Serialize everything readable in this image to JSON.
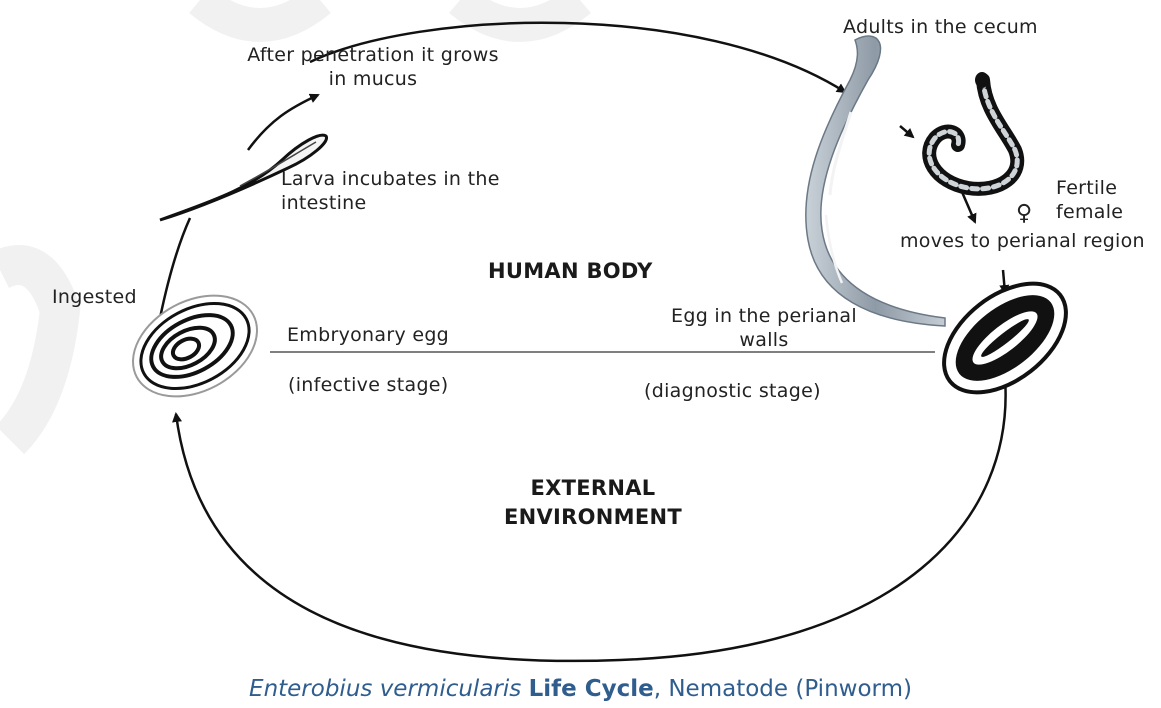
{
  "diagram": {
    "labels": {
      "after_penetration": "After penetration it grows in  mucus",
      "adults_cecum": "Adults in the cecum",
      "larva": "Larva incubates in the intestine",
      "fertile_symbol": "♀",
      "fertile": "Fertile female",
      "moves": "moves to perianal region",
      "human_body": "HUMAN BODY",
      "ingested": "Ingested",
      "embryonary_egg": "Embryonary egg",
      "egg_perianal": "Egg in the perianal walls",
      "infective": "(infective stage)",
      "diagnostic": "(diagnostic stage)",
      "external": "EXTERNAL ENVIRONMENT"
    },
    "caption": {
      "species": "Enterobius vermicularis",
      "title": "Life Cycle",
      "rest": ", Nematode (Pinworm)"
    }
  }
}
